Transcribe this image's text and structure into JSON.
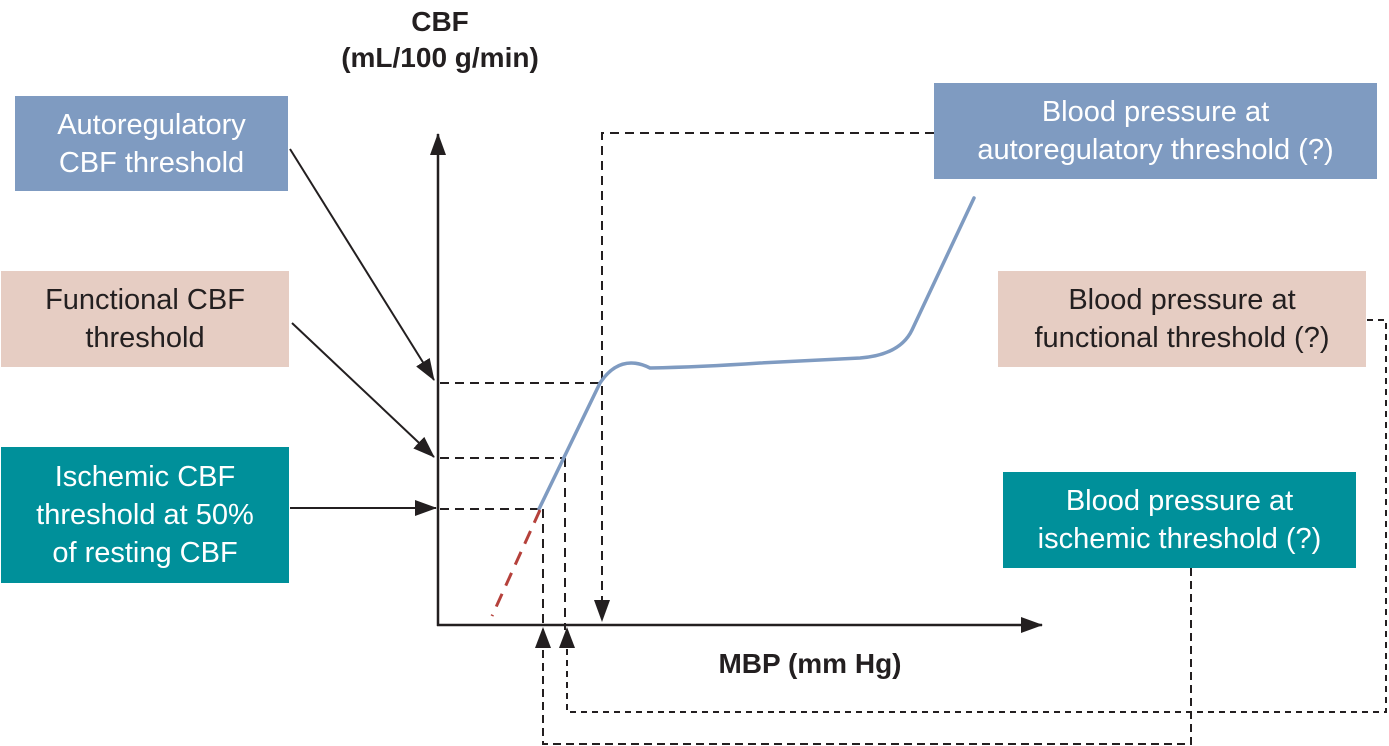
{
  "diagram": {
    "y_axis_title": "CBF\n(mL/100 g/min)",
    "x_axis_title": "MBP (mm Hg)",
    "left_labels": [
      {
        "id": "autoregulatory",
        "text": "Autoregulatory\nCBF threshold"
      },
      {
        "id": "functional",
        "text": "Functional CBF\nthreshold"
      },
      {
        "id": "ischemic",
        "text": "Ischemic CBF\nthreshold at 50%\nof resting CBF"
      }
    ],
    "right_labels": [
      {
        "id": "autoregulatory",
        "text": "Blood pressure at\nautoregulatory threshold (?)"
      },
      {
        "id": "functional",
        "text": "Blood pressure at\nfunctional threshold (?)"
      },
      {
        "id": "ischemic",
        "text": "Blood pressure at\nischemic threshold (?)"
      }
    ],
    "colors": {
      "autoregulatory": "#7f9bc1",
      "functional": "#e6cdc3",
      "ischemic": "#00909a",
      "curve": "#7f9bc1",
      "extrapolation": "#b5413b",
      "lines": "#231f20"
    }
  }
}
